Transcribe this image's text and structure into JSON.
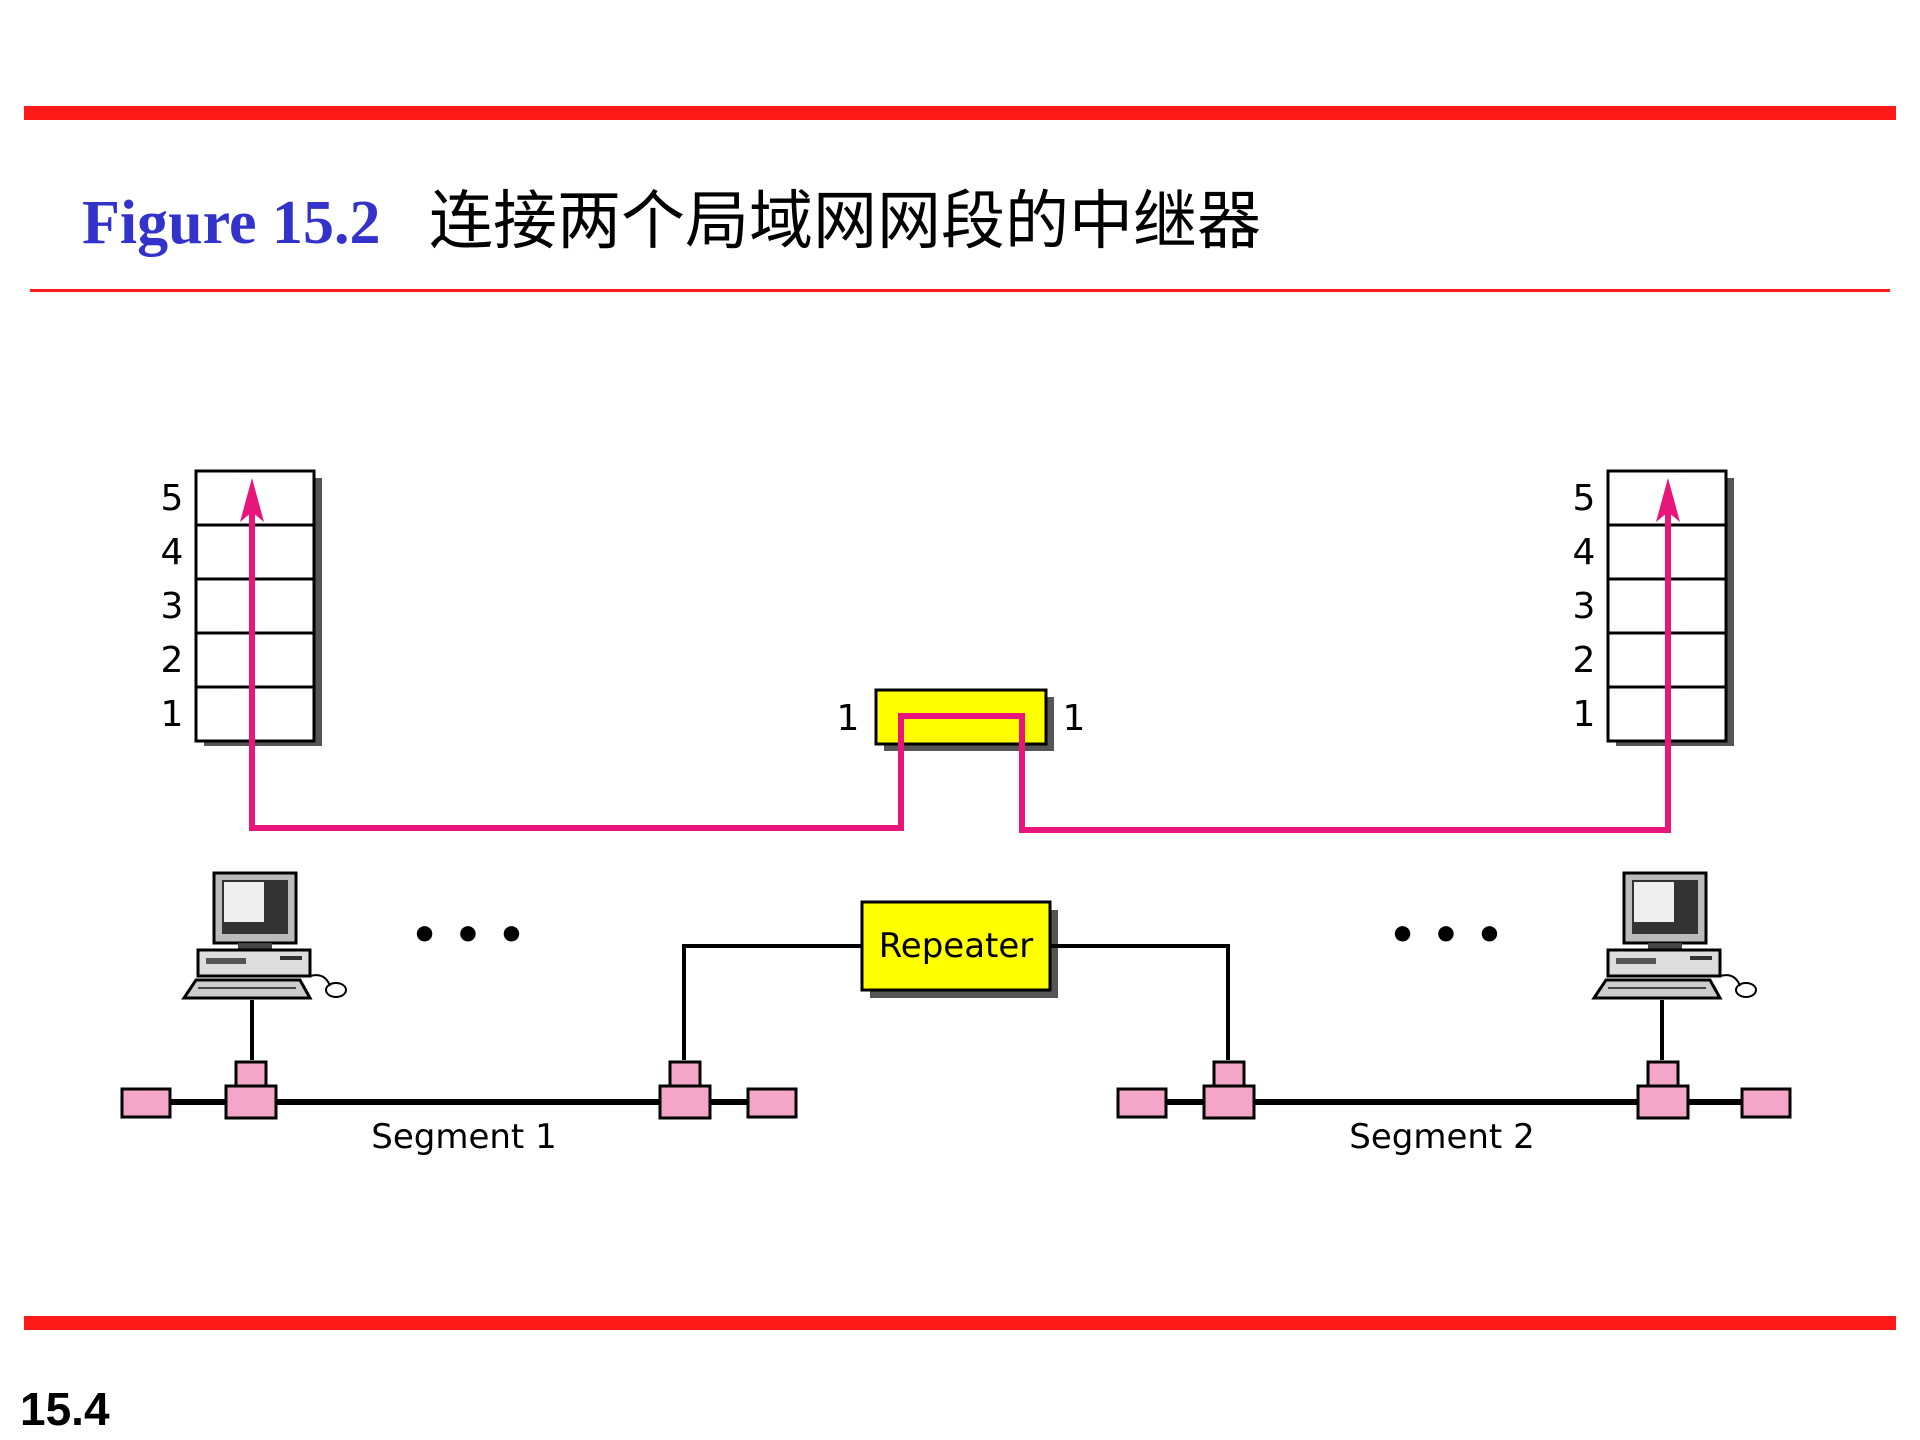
{
  "header": {
    "figure_label": "Figure 15.2",
    "caption": "连接两个局域网网段的中继器"
  },
  "diagram": {
    "left_stack_layers": [
      "5",
      "4",
      "3",
      "2",
      "1"
    ],
    "right_stack_layers": [
      "5",
      "4",
      "3",
      "2",
      "1"
    ],
    "repeater_layer_left": "1",
    "repeater_layer_right": "1",
    "repeater_label": "Repeater",
    "segment_left_label": "Segment 1",
    "segment_right_label": "Segment 2",
    "ellipsis_left": "• • •",
    "ellipsis_right": "• • •",
    "colors": {
      "rule": "#ff1a1a",
      "figure_label": "#3333cc",
      "data_path": "#e8157a",
      "repeater_fill": "#ffff00",
      "connector_fill": "#f4a6c8"
    }
  },
  "footer": {
    "page_number": "15.4"
  }
}
